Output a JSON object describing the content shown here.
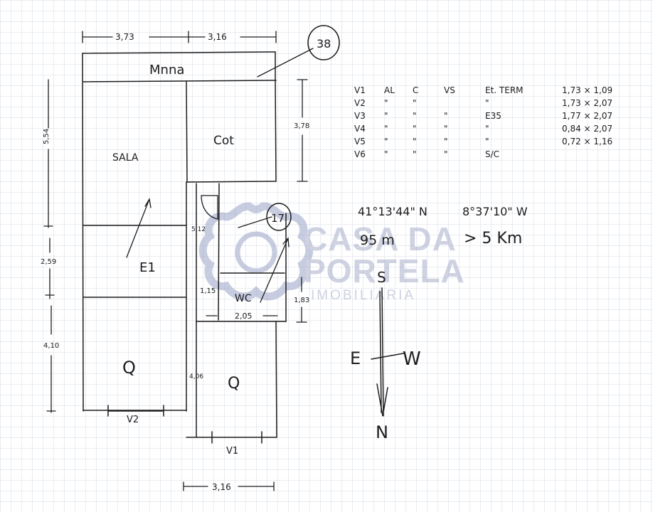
{
  "plan": {
    "dimensions": {
      "top_left": "3,73",
      "top_right": "3,16",
      "left_upper": "5,54",
      "left_mid": "2,59",
      "left_lower": "4,10",
      "right_cot": "3,78",
      "right_wc": "1,83",
      "bottom": "3,16",
      "inner_hall": "5,12",
      "inner_small": "1,15",
      "wc_width": "2,05",
      "inner_lower": "4,06"
    },
    "rooms": {
      "marquise": "Mnna",
      "sala": "SALA",
      "cot": "Cot",
      "e1": "E1",
      "wc": "WC",
      "q_left": "Q",
      "q_right": "Q"
    },
    "markers": {
      "m38": "38",
      "m17": "17",
      "v1": "V1",
      "v2": "V2"
    }
  },
  "windows_table": {
    "headers": [
      "V1",
      "AL",
      "C",
      "VS",
      "Et. TERM",
      ""
    ],
    "rows": [
      [
        "V2",
        "\"",
        "\"",
        "",
        "\"",
        "1,73 × 1,09"
      ],
      [
        "V3",
        "\"",
        "\"",
        "\"",
        "E35",
        "1,73 × 2,07"
      ],
      [
        "V4",
        "\"",
        "\"",
        "\"",
        "\"",
        "1,77 × 2,07"
      ],
      [
        "V5",
        "\"",
        "\"",
        "\"",
        "\"",
        "0,84 × 2,07"
      ],
      [
        "V6",
        "\"",
        "\"",
        "\"",
        "S/C",
        "0,72 × 1,16"
      ]
    ]
  },
  "location": {
    "lat": "41°13'44\" N",
    "lon": "8°37'10\" W",
    "altitude": "95 m",
    "distance": "> 5 Km"
  },
  "compass": {
    "north_top": "S",
    "east": "E",
    "west": "W",
    "south_bottom": "N"
  },
  "watermark": {
    "line1": "CASA DA",
    "line2": "PORTELA",
    "line3": "IMOBILIÁRIA"
  }
}
